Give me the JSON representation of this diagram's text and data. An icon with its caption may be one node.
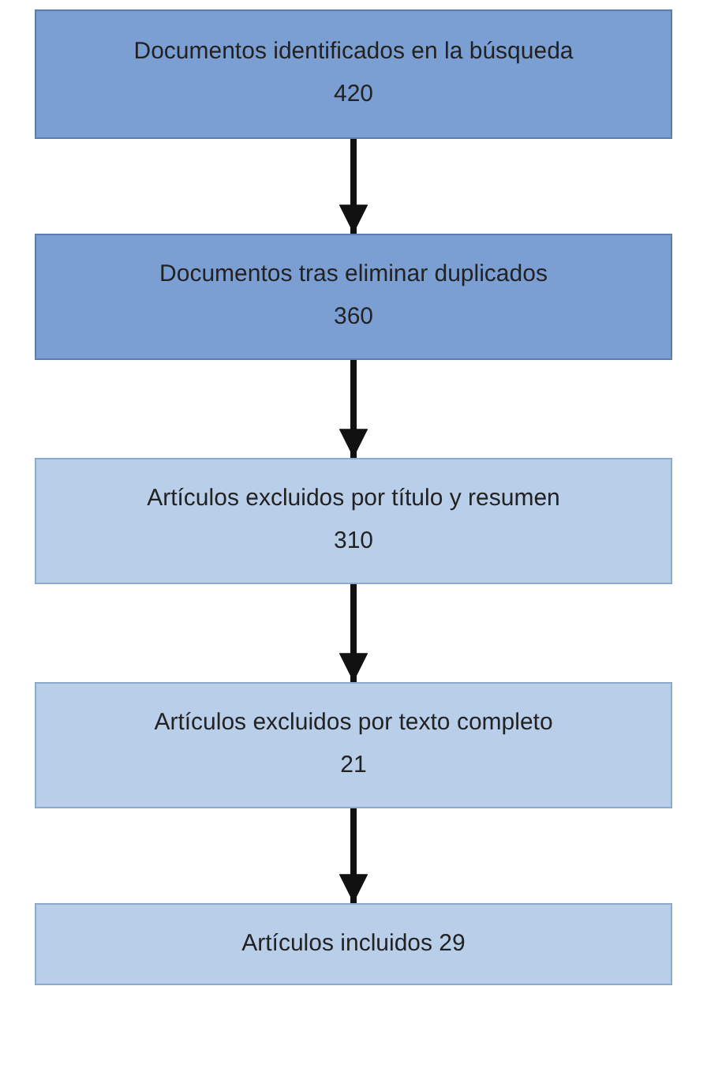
{
  "diagram": {
    "nodes": [
      {
        "text": [
          "Documentos identificados en la búsqueda",
          "420"
        ]
      },
      {
        "text": [
          "Documentos tras eliminar duplicados",
          "360"
        ]
      },
      {
        "text": [
          "Artículos excluidos por título y resumen",
          "310"
        ]
      },
      {
        "text": [
          "Artículos excluidos por texto completo",
          "21"
        ]
      },
      {
        "text": [
          "Artículos incluidos 29"
        ]
      }
    ],
    "edges": [
      {
        "from": 0,
        "to": 1,
        "arrow": "to"
      },
      {
        "from": 1,
        "to": 2,
        "arrow": "to"
      },
      {
        "from": 2,
        "to": 3,
        "arrow": "to"
      },
      {
        "from": 3,
        "to": 4,
        "arrow": "to"
      }
    ]
  }
}
